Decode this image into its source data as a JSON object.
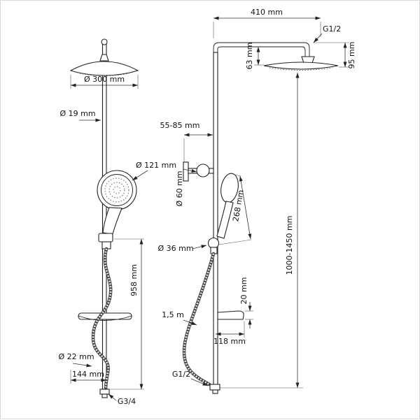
{
  "colors": {
    "line": "#222222",
    "text": "#111111",
    "background": "#ffffff"
  },
  "front_view": {
    "head_diameter": "Ø 300 mm",
    "pipe_diameter": "Ø 19 mm",
    "handshower_diameter": "Ø 121 mm",
    "column_height": "958 mm",
    "hose_diameter": "Ø 22 mm",
    "base_width": "144 mm",
    "bottom_thread": "G3/4"
  },
  "side_view": {
    "arm_length": "410 mm",
    "top_thread": "G1/2",
    "head_height": "95 mm",
    "head_offset": "63 mm",
    "wall_distance": "55-85 mm",
    "knob_diameter": "Ø 60 mm",
    "handshower_length": "268 mm",
    "holder_diameter": "Ø 36 mm",
    "total_height": "1000-1450 mm",
    "shelf_height": "20 mm",
    "shelf_depth": "118 mm",
    "hose_length": "1,5 m",
    "bottom_thread": "G1/2"
  }
}
